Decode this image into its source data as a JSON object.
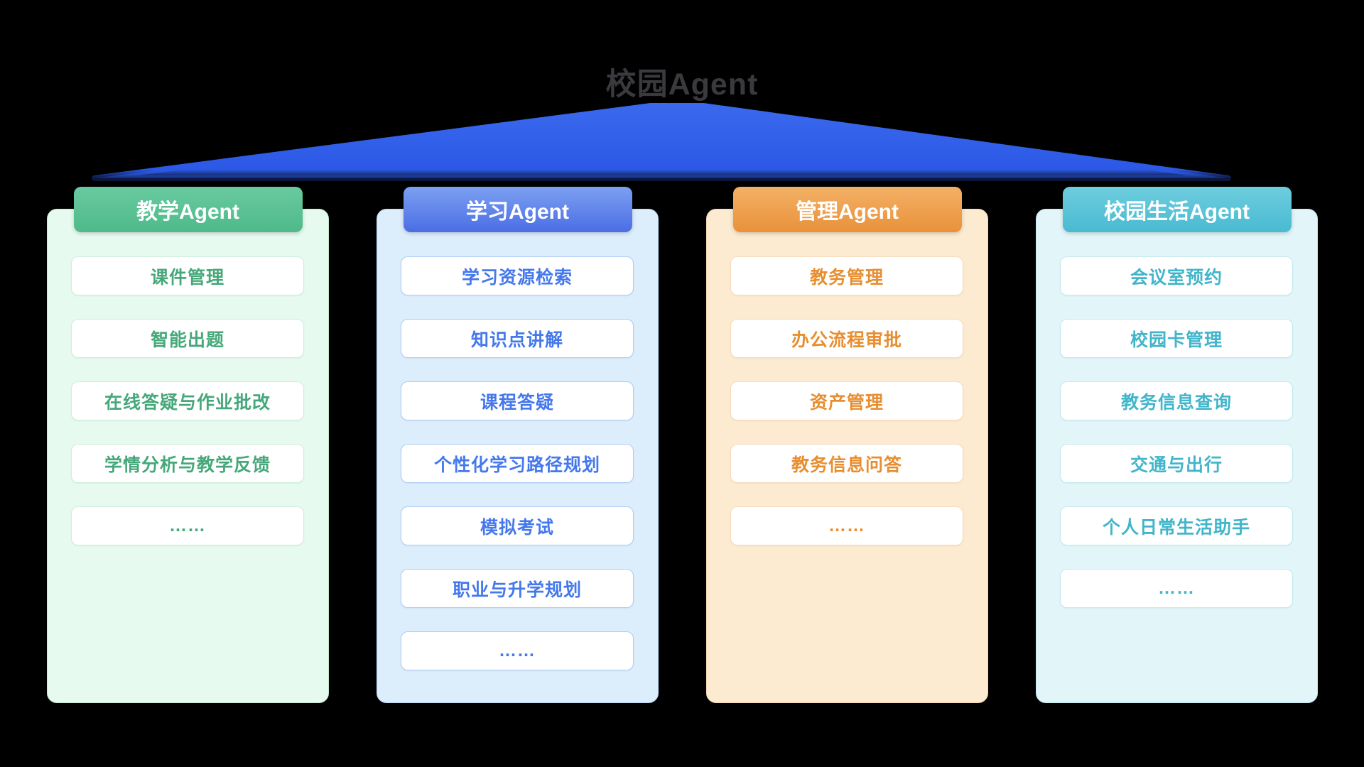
{
  "title": "校园Agent",
  "connector": {
    "name": "fan-connector",
    "gradient_top": "#3a68ed",
    "gradient_bottom": "#2b59e6"
  },
  "columns": [
    {
      "id": "teaching-agent",
      "header": "教学Agent",
      "items": [
        "课件管理",
        "智能出题",
        "在线答疑与作业批改",
        "学情分析与教学反馈",
        "……"
      ],
      "colors": {
        "header_top": "#68cba0",
        "header_bottom": "#4fb98a",
        "panel_bg": "#e6faf0",
        "panel_border": "#bfe9d2",
        "item_border": "#cfeddc",
        "text": "#46a87a"
      }
    },
    {
      "id": "learning-agent",
      "header": "学习Agent",
      "items": [
        "学习资源检索",
        "知识点讲解",
        "课程答疑",
        "个性化学习路径规划",
        "模拟考试",
        "职业与升学规划",
        "……"
      ],
      "colors": {
        "header_top": "#7ca0f1",
        "header_bottom": "#4a6ee4",
        "panel_bg": "#dcedfb",
        "panel_border": "#bad6f2",
        "item_border": "#afcbf6",
        "text": "#4478ec"
      }
    },
    {
      "id": "management-agent",
      "header": "管理Agent",
      "items": [
        "教务管理",
        "办公流程审批",
        "资产管理",
        "教务信息问答",
        "……"
      ],
      "colors": {
        "header_top": "#f3b166",
        "header_bottom": "#e9913a",
        "panel_bg": "#fcebd1",
        "panel_border": "#f2d7af",
        "item_border": "#f4ddbe",
        "text": "#e78e30"
      }
    },
    {
      "id": "campus-life-agent",
      "header": "校园生活Agent",
      "items": [
        "会议室预约",
        "校园卡管理",
        "教务信息查询",
        "交通与出行",
        "个人日常生活助手",
        "……"
      ],
      "colors": {
        "header_top": "#6ecdde",
        "header_bottom": "#49bad1",
        "panel_bg": "#e2f6fa",
        "panel_border": "#bfe7ef",
        "item_border": "#c5e9f0",
        "text": "#41b5ca"
      }
    }
  ]
}
